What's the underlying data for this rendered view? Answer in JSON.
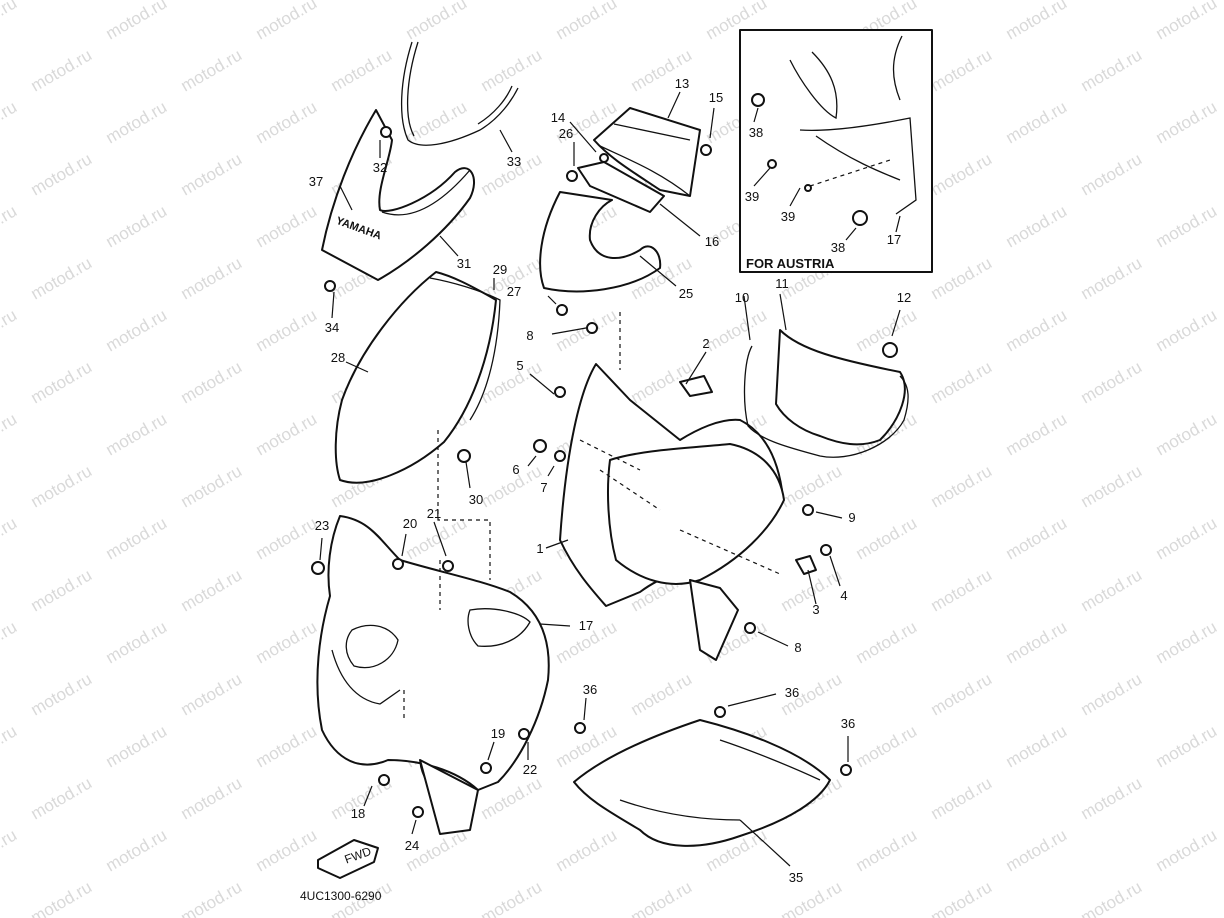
{
  "watermark": "motod.ru",
  "drawing_code": "4UC1300-6290",
  "inset_label": "FOR AUSTRIA",
  "fwd_label": "FWD",
  "logo_text": "YAMAHA",
  "callouts": [
    "1",
    "2",
    "3",
    "4",
    "5",
    "6",
    "7",
    "8",
    "8",
    "9",
    "10",
    "11",
    "12",
    "13",
    "14",
    "15",
    "16",
    "17",
    "17",
    "18",
    "19",
    "20",
    "21",
    "22",
    "23",
    "24",
    "25",
    "26",
    "27",
    "28",
    "29",
    "30",
    "31",
    "32",
    "33",
    "34",
    "35",
    "36",
    "36",
    "36",
    "37",
    "38",
    "38",
    "39",
    "39"
  ]
}
